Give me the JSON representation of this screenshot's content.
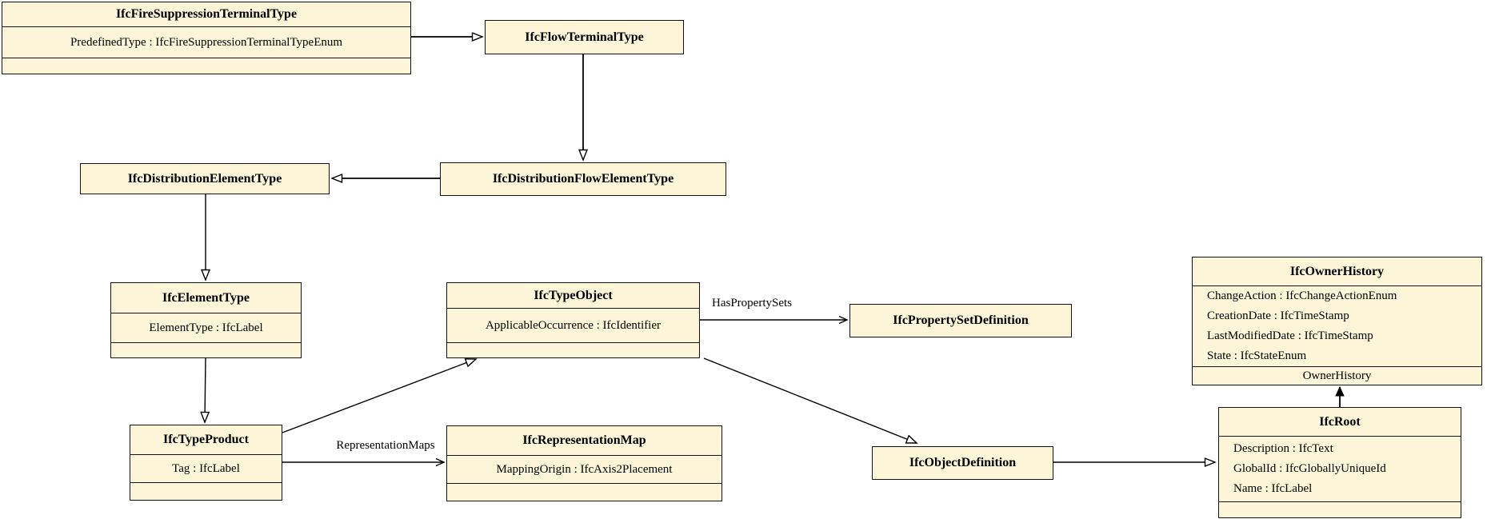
{
  "diagram": {
    "kind": "IFC class diagram",
    "colors": {
      "box_fill": "#FCF5D8",
      "box_border": "#111111",
      "line": "#000000",
      "background": "#ffffff"
    },
    "classes": {
      "fire_suppression_terminal_type": {
        "title": "IfcFireSuppressionTerminalType",
        "attributes": [
          "PredefinedType : IfcFireSuppressionTerminalTypeEnum"
        ]
      },
      "flow_terminal_type": {
        "title": "IfcFlowTerminalType"
      },
      "distribution_element_type": {
        "title": "IfcDistributionElementType"
      },
      "distribution_flow_element_type": {
        "title": "IfcDistributionFlowElementType"
      },
      "element_type": {
        "title": "IfcElementType",
        "attributes": [
          "ElementType : IfcLabel"
        ]
      },
      "type_object": {
        "title": "IfcTypeObject",
        "attributes": [
          "ApplicableOccurrence : IfcIdentifier"
        ]
      },
      "property_set_definition": {
        "title": "IfcPropertySetDefinition"
      },
      "owner_history": {
        "title": "IfcOwnerHistory",
        "attributes": [
          "ChangeAction : IfcChangeActionEnum",
          "CreationDate : IfcTimeStamp",
          "LastModifiedDate : IfcTimeStamp",
          "State : IfcStateEnum"
        ]
      },
      "type_product": {
        "title": "IfcTypeProduct",
        "attributes": [
          "Tag : IfcLabel"
        ]
      },
      "representation_map": {
        "title": "IfcRepresentationMap",
        "attributes": [
          "MappingOrigin : IfcAxis2Placement"
        ]
      },
      "object_definition": {
        "title": "IfcObjectDefinition"
      },
      "root": {
        "title": "IfcRoot",
        "attributes": [
          "Description : IfcText",
          "GlobalId : IfcGloballyUniqueId",
          "Name : IfcLabel"
        ]
      }
    },
    "labels": {
      "has_property_sets": "HasPropertySets",
      "representation_maps": "RepresentationMaps",
      "owner_history_role": "OwnerHistory"
    }
  }
}
